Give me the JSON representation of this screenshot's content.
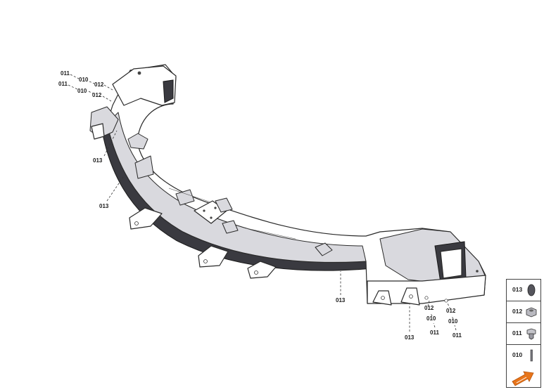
{
  "callouts": {
    "c1": "011",
    "c2": "010",
    "c3": "012",
    "c4": "011",
    "c5": "010",
    "c6": "012",
    "c7": "013",
    "c8": "013",
    "c9": "013",
    "c10": "013",
    "c11": "012",
    "c12": "010",
    "c13": "011",
    "c14": "012",
    "c15": "010",
    "c16": "011"
  },
  "legend": [
    {
      "code": "013",
      "icon": "grommet-icon"
    },
    {
      "code": "012",
      "icon": "nut-icon"
    },
    {
      "code": "011",
      "icon": "flange-nut-icon"
    },
    {
      "code": "010",
      "icon": "screw-icon"
    }
  ],
  "nav": {
    "icon": "next-page-arrow-icon",
    "color": "#e8751a"
  }
}
